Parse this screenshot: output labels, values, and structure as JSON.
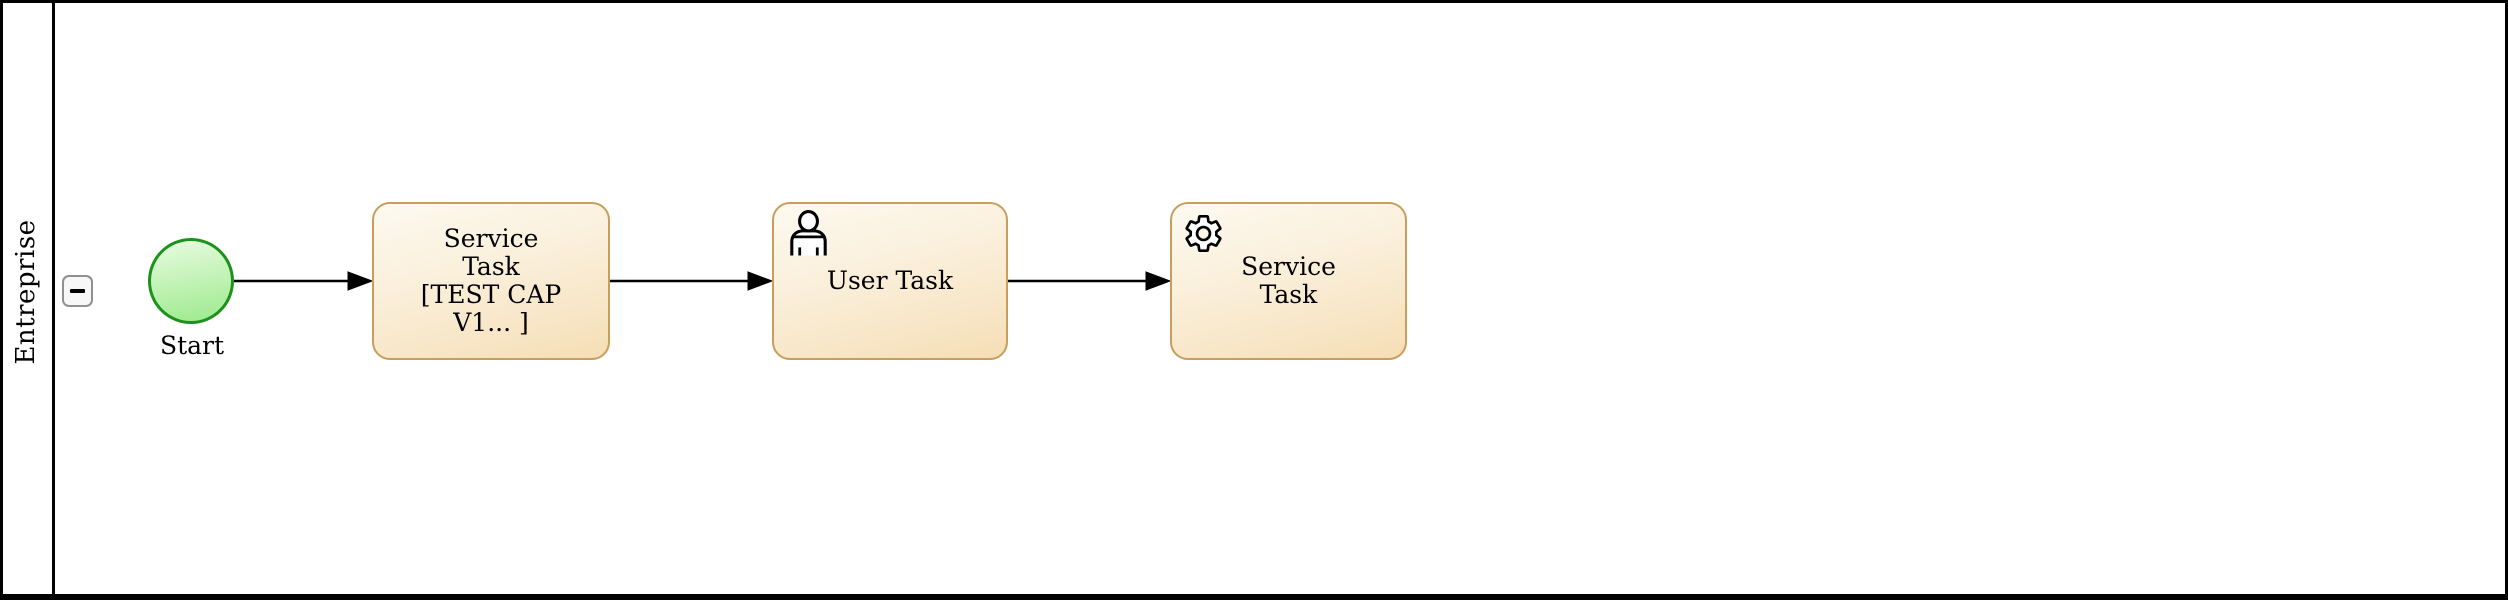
{
  "diagram": {
    "kind": "bpmn-process-diagram",
    "pool": {
      "lane_label": "Entreprise",
      "collapse_icon": "minus-icon"
    },
    "nodes": [
      {
        "id": "start",
        "type": "start-event",
        "label": "Start"
      },
      {
        "id": "task1",
        "type": "service-task",
        "label": "Service\nTask\n[TEST CAP\nV1... ]",
        "icon": null
      },
      {
        "id": "task2",
        "type": "user-task",
        "label": "User Task",
        "icon": "user-icon"
      },
      {
        "id": "task3",
        "type": "service-task",
        "label": "Service\nTask",
        "icon": "gear-icon"
      }
    ],
    "flows": [
      {
        "from": "start",
        "to": "task1"
      },
      {
        "from": "task1",
        "to": "task2"
      },
      {
        "from": "task2",
        "to": "task3"
      }
    ],
    "colors": {
      "task_border": "#c79e5e",
      "task_fill_light": "#fdfaf1",
      "task_fill_dark": "#f6deb5",
      "event_border": "#1c911c",
      "event_fill_light": "#e8fbe0",
      "event_fill_dark": "#9cea8c",
      "button_border": "#909090",
      "button_fill": "#f7f7f7",
      "line": "#000000"
    }
  }
}
